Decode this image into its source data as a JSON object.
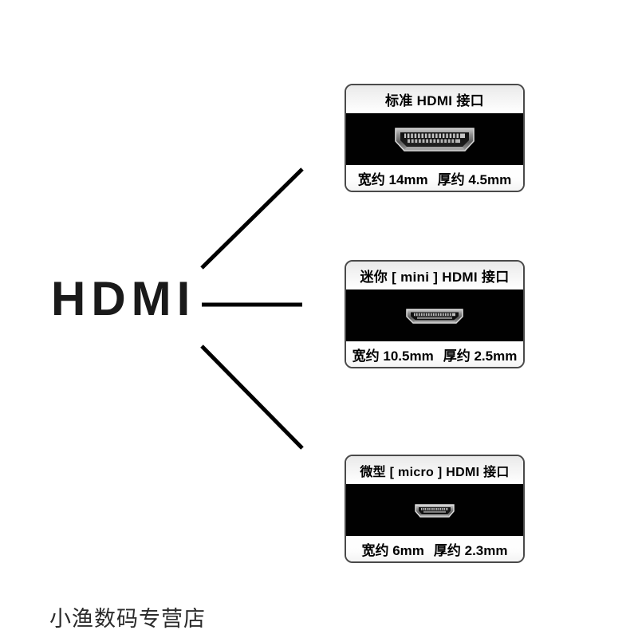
{
  "diagram": {
    "root_label": "HDMI",
    "watermark": "小渔数码专营店",
    "line_color": "#000000",
    "panel_border_color": "#4a4a4a",
    "image_bg_color": "#010101"
  },
  "panels": [
    {
      "title": "标准 HDMI 接口",
      "port_icon": "standard-hdmi-port-icon",
      "width_label": "宽约 14mm",
      "thickness_label": "厚约 4.5mm"
    },
    {
      "title": "迷你 [ mini ] HDMI 接口",
      "port_icon": "mini-hdmi-port-icon",
      "width_label": "宽约 10.5mm",
      "thickness_label": "厚约 2.5mm"
    },
    {
      "title": "微型 [ micro ] HDMI 接口",
      "port_icon": "micro-hdmi-port-icon",
      "width_label": "宽约 6mm",
      "thickness_label": "厚约 2.3mm"
    }
  ]
}
